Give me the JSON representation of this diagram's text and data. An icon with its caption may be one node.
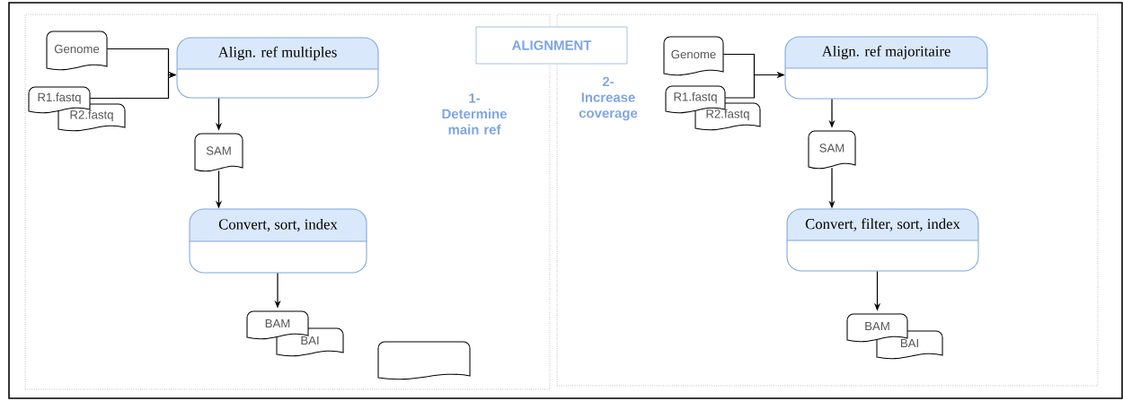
{
  "diagram": {
    "nodes": [
      {
        "text": [
          "1- Determine main ref"
        ]
      },
      {
        "text": [
          "2- Increase coverage"
        ]
      },
      {
        "text": [
          "ALIGNMENT"
        ]
      },
      {
        "text": [
          "Genome"
        ],
        "in": 0
      },
      {
        "text": [
          "R1.fastq"
        ],
        "in": 0
      },
      {
        "text": [
          "R2.fastq"
        ],
        "in": 0
      },
      {
        "text": [
          "Align. ref multiples"
        ],
        "in": 0
      },
      {
        "text": [
          "SAM"
        ],
        "in": 0
      },
      {
        "text": [
          "Convert, sort, index"
        ],
        "in": 0
      },
      {
        "text": [
          "BAM"
        ],
        "in": 0
      },
      {
        "text": [
          "BAI"
        ],
        "in": 0
      },
      {
        "text": [],
        "shape": "document",
        "in": 0
      },
      {
        "text": [
          "Genome"
        ],
        "in": 1
      },
      {
        "text": [
          "R1.fastq"
        ],
        "in": 1
      },
      {
        "text": [
          "R2.fastq"
        ],
        "in": 1
      },
      {
        "text": [
          "Align. ref majoritaire"
        ],
        "in": 1
      },
      {
        "text": [
          "SAM"
        ],
        "in": 1
      },
      {
        "text": [
          "Convert, filter, sort, index"
        ],
        "in": 1
      },
      {
        "text": [
          "BAM"
        ],
        "in": 1
      },
      {
        "text": [
          "BAI"
        ],
        "in": 1
      }
    ],
    "edges": [
      {
        "from": 3,
        "to": 6,
        "arrow": "to"
      },
      {
        "from": 4,
        "to": 6,
        "arrow": "to"
      },
      {
        "from": 6,
        "to": 7,
        "arrow": "to"
      },
      {
        "from": 7,
        "to": 8,
        "arrow": "to"
      },
      {
        "from": 8,
        "to": 9,
        "arrow": "to"
      },
      {
        "from": 12,
        "to": 15,
        "arrow": "to"
      },
      {
        "from": 13,
        "to": 15,
        "arrow": "to"
      },
      {
        "from": 15,
        "to": 16,
        "arrow": "to"
      },
      {
        "from": 16,
        "to": 17,
        "arrow": "to"
      },
      {
        "from": 17,
        "to": 18,
        "arrow": "to"
      }
    ]
  }
}
